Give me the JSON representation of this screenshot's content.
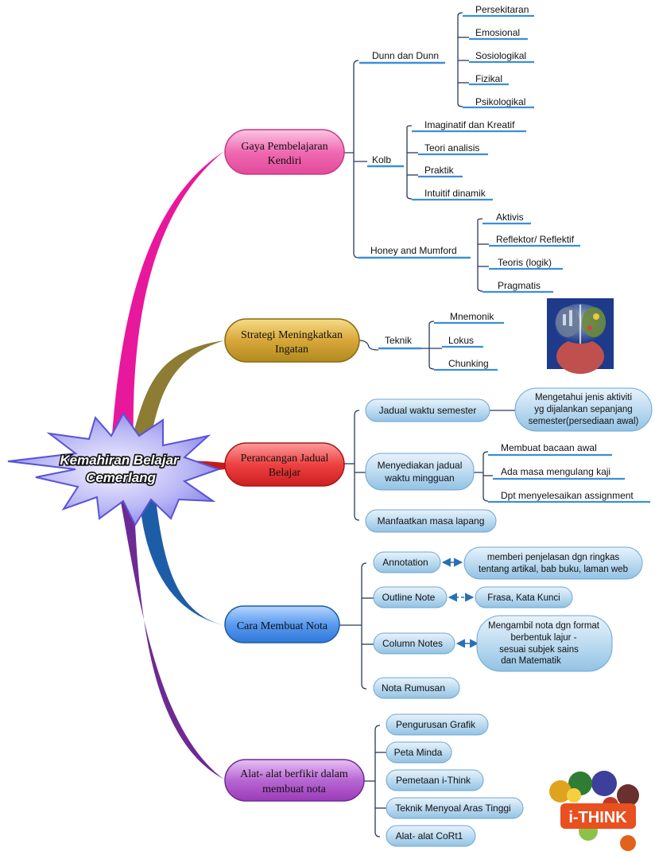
{
  "center": {
    "line1": "Kemahiran Belajar",
    "line2": "Cemerlang"
  },
  "branches": [
    {
      "id": "gaya",
      "title": [
        "Gaya Pembelajaran",
        "Kendiri"
      ],
      "color": "#e24a9a",
      "groups": [
        {
          "label": "Dunn dan Dunn",
          "items": [
            "Persekitaran",
            "Emosional",
            "Sosiologikal",
            "Fizikal",
            "Psikologikal"
          ]
        },
        {
          "label": "Kolb",
          "items": [
            "Imaginatif dan Kreatif",
            "Teori analisis",
            "Praktik",
            "Intuitif dinamik"
          ]
        },
        {
          "label": "Honey and Mumford",
          "items": [
            "Aktivis",
            "Reflektor/ Reflektif",
            "Teoris (logik)",
            "Pragmatis"
          ]
        }
      ]
    },
    {
      "id": "strategi",
      "title": [
        "Strategi Meningkatkan",
        "Ingatan"
      ],
      "color": "#b08a1e",
      "groups": [
        {
          "label": "Teknik",
          "items": [
            "Mnemonik",
            "Lokus",
            "Chunking"
          ]
        }
      ]
    },
    {
      "id": "perancangan",
      "title": [
        "Perancangan Jadual",
        "Belajar"
      ],
      "color": "#e32b2b",
      "items": [
        {
          "label": "Jadual waktu semester",
          "note": [
            "Mengetahui jenis aktiviti",
            "yg dijalankan sepanjang",
            "semester(persediaan awal)"
          ]
        },
        {
          "label": [
            "Menyediakan jadual",
            "waktu mingguan"
          ],
          "subs": [
            "Membuat bacaan awal",
            "Ada masa mengulang kaji",
            "Dpt menyelesaikan assignment"
          ]
        },
        {
          "label": "Manfaatkan masa lapang"
        }
      ]
    },
    {
      "id": "nota",
      "title": [
        "Cara Membuat Nota"
      ],
      "color": "#2f78d8",
      "items": [
        {
          "label": "Annotation",
          "note": [
            "memberi penjelasan dgn ringkas",
            "tentang artikal, bab buku, laman web"
          ]
        },
        {
          "label": "Outline Note",
          "note": [
            "Frasa, Kata Kunci"
          ]
        },
        {
          "label": "Column Notes",
          "note": [
            "Mengambil nota dgn format",
            "berbentuk lajur -",
            "sesuai subjek sains",
            "dan Matematik"
          ]
        },
        {
          "label": "Nota Rumusan"
        }
      ]
    },
    {
      "id": "alat",
      "title": [
        "Alat- alat berfikir dalam",
        "membuat nota"
      ],
      "color": "#9b3bb8",
      "items": [
        "Pengurusan Grafik",
        "Peta Minda",
        "Pemetaan i-Think",
        "Teknik Menyoal Aras Tinggi",
        "Alat- alat CoRt1"
      ]
    }
  ],
  "logo": {
    "text": "i-THINK"
  }
}
